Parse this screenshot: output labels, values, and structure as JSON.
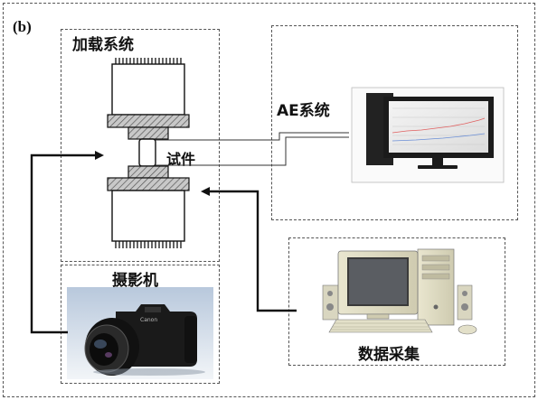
{
  "panel_label": "(b)",
  "boxes": {
    "loading_system": {
      "title": "加载系统"
    },
    "specimen": {
      "label": "试件"
    },
    "ae_system": {
      "title": "AE系统"
    },
    "camera": {
      "title": "摄影机"
    },
    "data_acquisition": {
      "title": "数据采集"
    }
  },
  "icons": {
    "loading_frame": "testing-machine-drawing",
    "ae_monitor": "monitor-icon",
    "camera": "camera-icon",
    "computer": "desktop-computer-icon"
  }
}
